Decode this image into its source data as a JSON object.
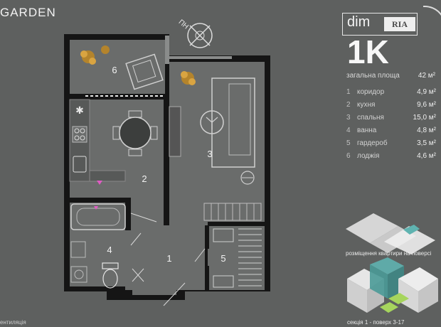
{
  "header": {
    "brand": "GARDEN",
    "logo_dim": "dim",
    "logo_ria": "RIA",
    "apartment_type": "1K"
  },
  "plan": {
    "compass_label": "ПН"
  },
  "summary": {
    "total_area_label": "загальна площа",
    "total_area_value": "42 м²"
  },
  "rooms": [
    {
      "num": "1",
      "name": "коридор",
      "area": "4,9 м²"
    },
    {
      "num": "2",
      "name": "кухня",
      "area": "9,6 м²"
    },
    {
      "num": "3",
      "name": "спальня",
      "area": "15,0 м²"
    },
    {
      "num": "4",
      "name": "ванна",
      "area": "4,8 м²"
    },
    {
      "num": "5",
      "name": "гардероб",
      "area": "3,5 м²"
    },
    {
      "num": "6",
      "name": "лоджія",
      "area": "4,6 м²"
    }
  ],
  "captions": {
    "floor_location": "розміщення квартири на поверсі",
    "section_floors": "секція 1 - поверх 3-17",
    "ventilation": "ентиляція"
  },
  "colors": {
    "background": "#5e605f",
    "walls": "#151515",
    "floor": "#6a6c6b",
    "accent_teal": "#5fb3b0",
    "accent_pink": "#e05bc4"
  }
}
